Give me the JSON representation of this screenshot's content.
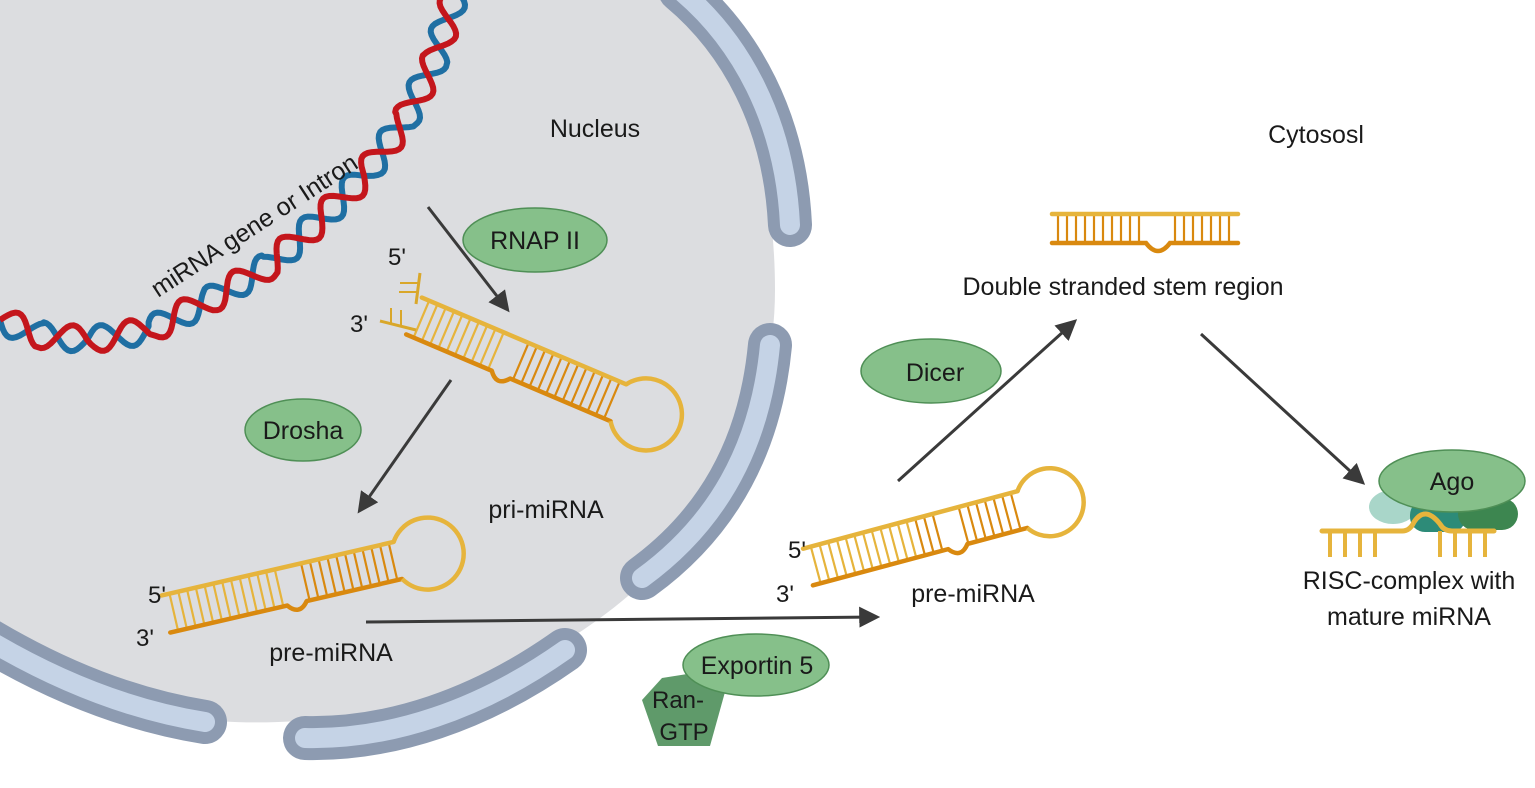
{
  "compartments": {
    "nucleus": "Nucleus",
    "cytosol": "Cytososl"
  },
  "gene_label": "miRNA gene or Intron",
  "enzymes": {
    "rnap": "RNAP II",
    "drosha": "Drosha",
    "dicer": "Dicer",
    "exportin": "Exportin 5",
    "ran_line1": "Ran-",
    "ran_line2": "GTP",
    "ago": "Ago"
  },
  "structures": {
    "pri_mirna": "pri-miRNA",
    "pre_mirna_nucleus": "pre-miRNA",
    "pre_mirna_cytosol": "pre-miRNA",
    "duplex": "Double stranded stem region",
    "risc_line1": "RISC-complex with",
    "risc_line2": "mature miRNA"
  },
  "ends": {
    "five": "5'",
    "three": "3'"
  },
  "colors": {
    "nucleoplasm": "#dcdde0",
    "envelope_outer": "#8d9bb1",
    "envelope_inner": "#c5d3e6",
    "dna_red": "#c4161c",
    "dna_blue": "#1f6fa3",
    "rna_light": "#e6b43c",
    "rna_dark": "#d9890f",
    "enzyme_fill": "#86c08a",
    "enzyme_stroke": "#4f8f56",
    "ran_fill": "#5f9a6a",
    "arrow": "#3a3a3a"
  }
}
